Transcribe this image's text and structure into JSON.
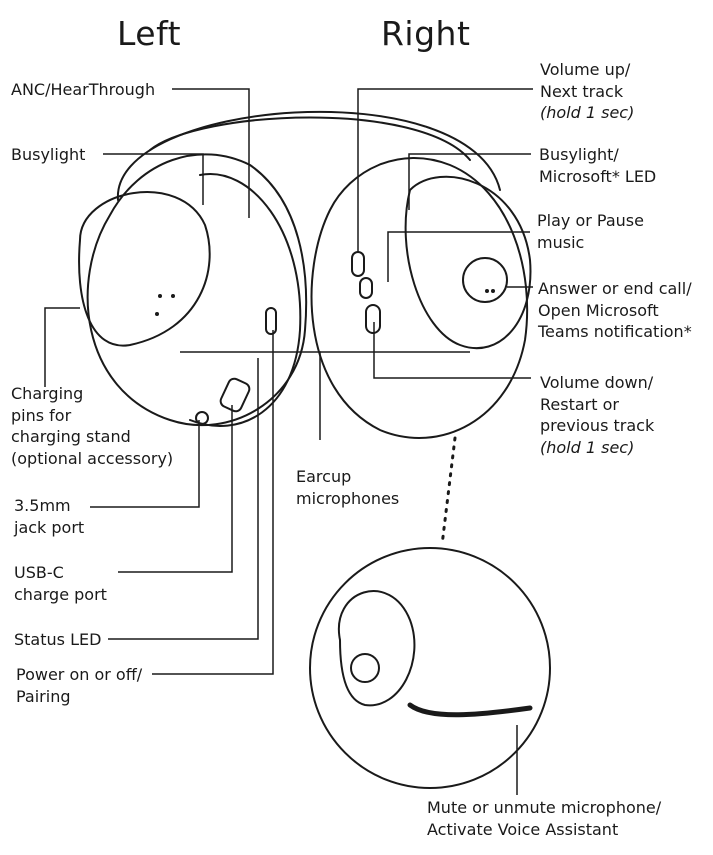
{
  "headings": {
    "left": "Left",
    "right": "Right"
  },
  "labels": {
    "anc": "ANC/HearThrough",
    "busylight_left": "Busylight",
    "charging": [
      "Charging",
      "pins for",
      "charging stand",
      "(optional accessory)"
    ],
    "jack": [
      "3.5mm",
      "jack port"
    ],
    "usbc": [
      "USB-C",
      "charge port"
    ],
    "status_led": "Status LED",
    "power": [
      "Power on or off/",
      "Pairing"
    ],
    "vol_up": [
      "Volume up/",
      "Next track"
    ],
    "vol_up_note": "(hold 1 sec)",
    "busylight_right": [
      "Busylight/",
      "Microsoft* LED"
    ],
    "play": [
      "Play or Pause",
      "music"
    ],
    "answer": [
      "Answer or end call/",
      "Open Microsoft",
      "Teams notification*"
    ],
    "vol_down": [
      "Volume down/",
      "Restart or",
      "previous track"
    ],
    "vol_down_note": "(hold 1 sec)",
    "earcup": [
      "Earcup",
      "microphones"
    ],
    "mute": [
      "Mute or unmute microphone/",
      "Activate Voice Assistant"
    ]
  }
}
